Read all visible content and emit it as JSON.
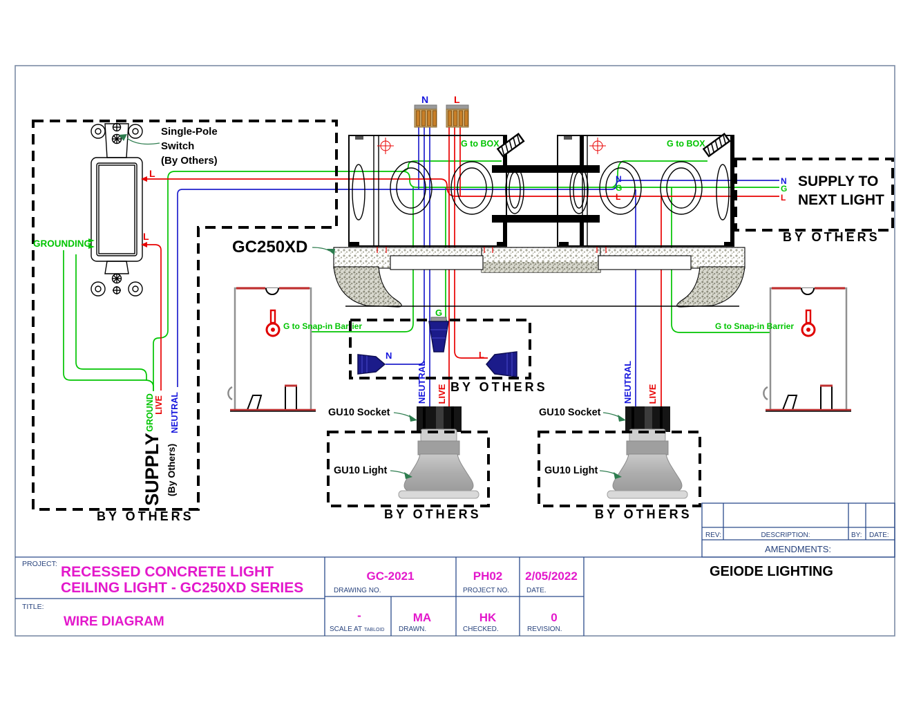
{
  "colors": {
    "wire_ground": "#00c400",
    "wire_live": "#e80000",
    "wire_neutral": "#2020cc",
    "value_magenta": "#e318cb",
    "label_navy": "#27427c",
    "page_border": "#7b8ba5"
  },
  "diagram": {
    "switch_label": [
      "Single-Pole",
      "Switch",
      "(By Others)"
    ],
    "grounding": "GROUNDING",
    "model": "GC250XD",
    "g_to_box": "G to BOX",
    "g_to_snapin": "G to Snap-in Barrier",
    "supply_next": [
      "SUPPLY TO",
      "NEXT LIGHT"
    ],
    "by_others": "BY OTHERS",
    "L": "L",
    "N": "N",
    "G": "G",
    "gu10_socket": "GU10 Socket",
    "gu10_light": "GU10 Light",
    "neutral_word": "NEUTRAL",
    "live_word": "LIVE",
    "ground_word": "GROUND",
    "supply_word": "SUPPLY",
    "by_others_paren": "(By Others)"
  },
  "title_block": {
    "project_label": "PROJECT:",
    "project_line1": "RECESSED CONCRETE LIGHT",
    "project_line2": "CEILING LIGHT - GC250XD SERIES",
    "title_label": "TITLE:",
    "title_value": "WIRE DIAGRAM",
    "drawing_no_value": "GC-2021",
    "drawing_no_label": "DRAWING  NO.",
    "project_no_value": "PH02",
    "project_no_label": "PROJECT  NO.",
    "date_value": "2/05/2022",
    "date_label": "DATE.",
    "scale_value": "-",
    "scale_label": "SCALE  AT",
    "scale_sublabel": "TABLOID",
    "drawn_value": "MA",
    "drawn_label": "DRAWN.",
    "checked_value": "HK",
    "checked_label": "CHECKED.",
    "revision_value": "0",
    "revision_label": "REVISION.",
    "company": "GEIODE LIGHTING",
    "amendments_label": "AMENDMENTS:",
    "rev_label": "REV:",
    "description_label": "DESCRIPTION:",
    "by_label": "BY:",
    "date_col_label": "DATE:"
  }
}
